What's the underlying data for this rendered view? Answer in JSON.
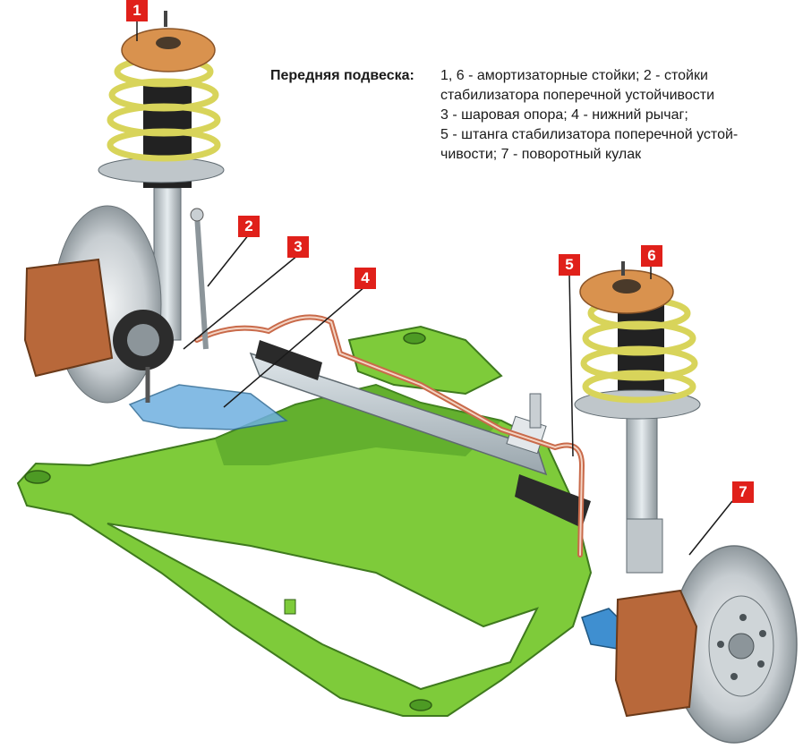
{
  "caption": {
    "title": "Передняя подвеска:",
    "lines": [
      "1, 6 - амортизаторные стойки; 2 - стойки",
      "стабилизатора поперечной устойчивости",
      "3 - шаровая опора; 4 - нижний рычаг;",
      "5 - штанга стабилизатора поперечной устой-",
      "чивости; 7 - поворотный кулак"
    ]
  },
  "callouts": [
    {
      "label": "1",
      "part": "strut-left"
    },
    {
      "label": "2",
      "part": "stabilizer-link"
    },
    {
      "label": "3",
      "part": "ball-joint"
    },
    {
      "label": "4",
      "part": "lower-arm"
    },
    {
      "label": "5",
      "part": "stabilizer-bar"
    },
    {
      "label": "6",
      "part": "strut-right"
    },
    {
      "label": "7",
      "part": "steering-knuckle"
    }
  ],
  "colors": {
    "subframe": "#7ecb3a",
    "subframe_dark": "#4d9a24",
    "spring": "#ece86a",
    "strut_mount": "#d9924e",
    "caliper": "#b8683a",
    "stabilizer": "#c96a4a",
    "callout": "#e0201a",
    "lower_arm": "#6fb0e0"
  }
}
